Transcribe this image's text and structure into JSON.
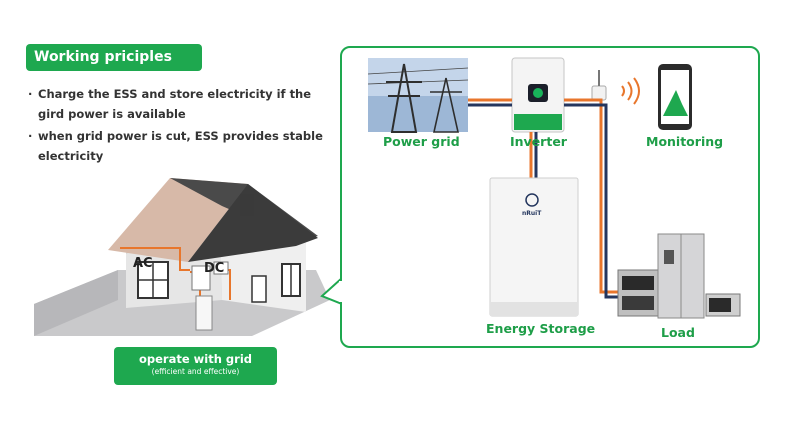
{
  "header": {
    "title": "Working priciples"
  },
  "bullets": [
    {
      "mark": "·",
      "text": "Charge the ESS and store electricity if the gird power is available"
    },
    {
      "mark": "·",
      "text": "when grid power is cut, ESS provides stable electricity"
    }
  ],
  "house": {
    "ac_label": "AC",
    "dc_label": "DC"
  },
  "mode": {
    "title": "operate with grid",
    "subtitle": "(efficient and effective)"
  },
  "diagram": {
    "power_grid": "Power grid",
    "inverter": "Inverter",
    "monitoring": "Monitoring",
    "energy_storage": "Energy Storage",
    "load": "Load",
    "battery_brand": "nRuiT"
  },
  "colors": {
    "accent": "#1ea84f",
    "line_orange": "#e8762c",
    "line_navy": "#24365e"
  }
}
